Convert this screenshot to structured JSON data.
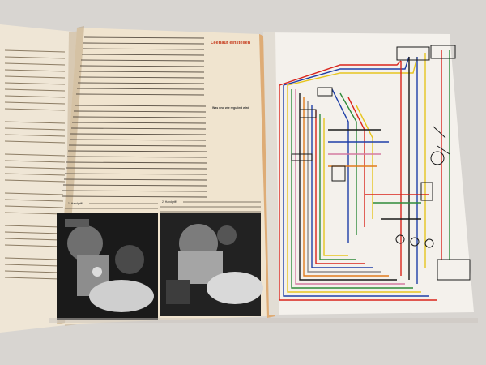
{
  "left_page": {
    "heading": "Leerlauf einstellen",
    "side_note": "Was und wie reguliert wird",
    "captions": [
      "1. Handgriff:",
      "2. Handgriff:"
    ]
  },
  "wiring": {
    "colors": {
      "red": "#d9241b",
      "blue": "#1f3fa8",
      "yellow": "#e7c51e",
      "green": "#2e8b3a",
      "black": "#1a1a1a",
      "orange": "#e07a1d",
      "pink": "#d47aa0",
      "grey": "#8b8b8b"
    }
  }
}
